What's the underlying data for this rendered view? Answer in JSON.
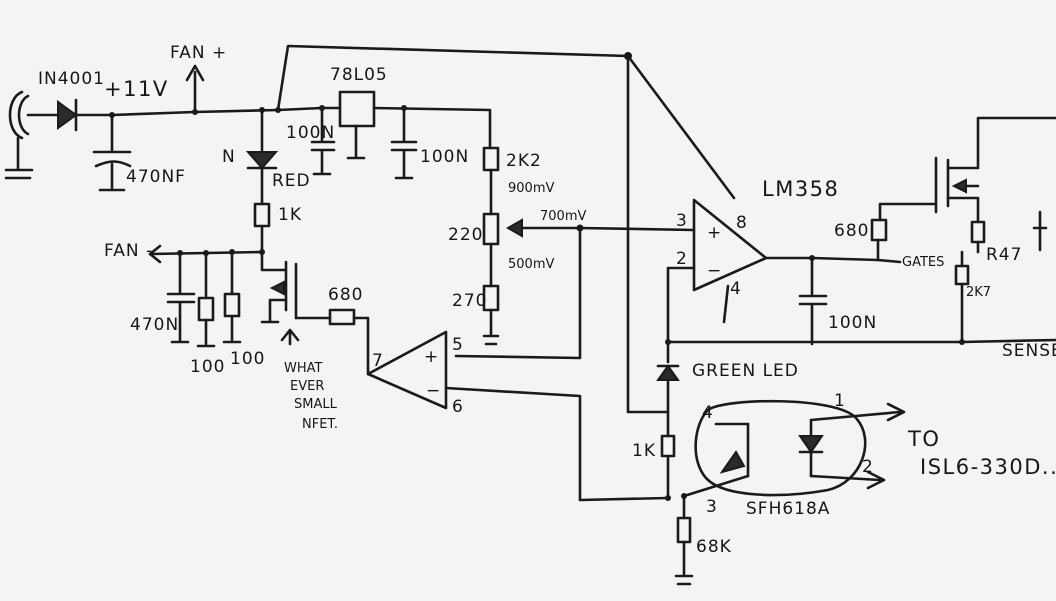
{
  "components": {
    "diode": "IN4001",
    "supply": "+11V",
    "cap_bulk": "470NF",
    "regulator": "78L05",
    "cap_reg_in": "100N",
    "cap_reg_out": "100N",
    "led_red_sym": "N",
    "led_red": "RED",
    "r_led": "1K",
    "r_top": "2K2",
    "pot": "220",
    "r_bottom": "270",
    "opamp": "LM358",
    "r_gate": "680",
    "cap_out": "100N",
    "r_mid": "680",
    "cap_fan": "470N",
    "r_load_a": "100",
    "r_load_b": "100",
    "led_green": "GREEN LED",
    "r_opto": "1K",
    "r_bias": "68K",
    "optocoupler": "SFH618A",
    "gate_r": "R47",
    "r_sense": "2K7"
  },
  "nets": {
    "fan_plus": "FAN +",
    "fan_minus": "FAN -",
    "gates": "GATES",
    "sense": "SENSE"
  },
  "voltages": {
    "v_top": "900mV",
    "v_wiper": "700mV",
    "v_bottom": "500mV"
  },
  "pins": {
    "p3": "3",
    "p2": "2",
    "p8": "8",
    "p4": "4",
    "p5": "5",
    "p6": "6",
    "p7": "7",
    "opto4": "4",
    "opto3": "3",
    "opto1": "1",
    "opto2": "2"
  },
  "notes": {
    "mosfet_line1": "WHAT",
    "mosfet_line2": "EVER",
    "mosfet_line3": "SMALL",
    "mosfet_line4": "NFET.",
    "to": "TO",
    "target": "ISL6-330D..."
  }
}
